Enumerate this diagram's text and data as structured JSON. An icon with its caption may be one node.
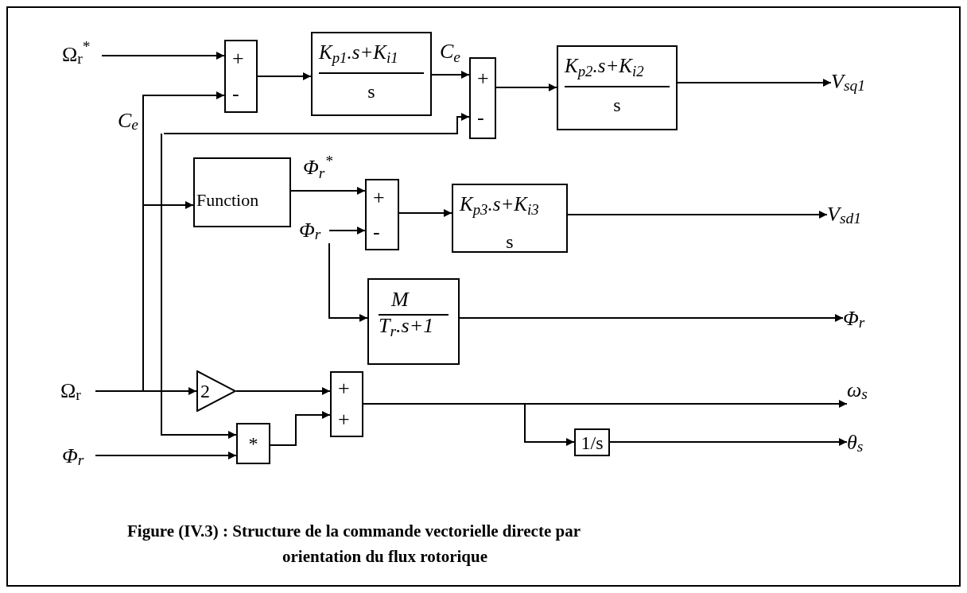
{
  "diagram": {
    "caption": "Figure (IV.3) : Structure de la commande vectorielle directe par orientation du flux rotorique",
    "nodes": [
      {
        "text": [
          "Ω$_{r}$$^{*}$"
        ]
      },
      {
        "text": [
          "+",
          "-"
        ]
      },
      {
        "text": [
          "K$_{p1}$.s+K$_{i1}$",
          "s"
        ]
      },
      {
        "text": [
          "+",
          "-"
        ]
      },
      {
        "text": [
          "K$_{p2}$.s+K$_{i2}$",
          "s"
        ]
      },
      {
        "text": [
          "V$_{sq1}$"
        ]
      },
      {
        "text": [
          "C$_{e}$"
        ]
      },
      {
        "text": [
          "Function"
        ]
      },
      {
        "text": [
          "+",
          "-"
        ]
      },
      {
        "text": [
          "K$_{p3}$.s+K$_{i3}$",
          "s"
        ]
      },
      {
        "text": [
          "V$_{sd1}$"
        ]
      },
      {
        "text": [
          "Φ$_{r}$"
        ]
      },
      {
        "text": [
          "M",
          "T$_{r}$.s+1"
        ]
      },
      {
        "text": [
          "Φ$_{r}$"
        ]
      },
      {
        "text": [
          "Ω$_{r}$"
        ]
      },
      {
        "text": [
          "2"
        ]
      },
      {
        "text": [
          "+",
          "+"
        ]
      },
      {
        "text": [
          "ω$_{s}$"
        ]
      },
      {
        "text": [
          "*"
        ]
      },
      {
        "text": [
          "Φ$_{r}$"
        ]
      },
      {
        "text": [
          "1/s"
        ]
      },
      {
        "text": [
          "θ$_{s}$"
        ]
      }
    ],
    "edges": [
      {
        "from": 0,
        "to": 1,
        "arrow": "to"
      },
      {
        "from": 14,
        "to": 1,
        "arrow": "to"
      },
      {
        "from": 1,
        "to": 2,
        "arrow": "to"
      },
      {
        "from": 2,
        "to": 3,
        "arrow": "to",
        "label": "C$_{e}$"
      },
      {
        "from": 6,
        "to": 3,
        "arrow": "to"
      },
      {
        "from": 3,
        "to": 4,
        "arrow": "to"
      },
      {
        "from": 4,
        "to": 5,
        "arrow": "to"
      },
      {
        "from": 14,
        "to": 7,
        "arrow": "to"
      },
      {
        "from": 7,
        "to": 8,
        "arrow": "to",
        "label": "Φ$_{r}$$^{*}$"
      },
      {
        "from": 11,
        "to": 8,
        "arrow": "to"
      },
      {
        "from": 8,
        "to": 9,
        "arrow": "to"
      },
      {
        "from": 9,
        "to": 10,
        "arrow": "to"
      },
      {
        "from": 11,
        "to": 12,
        "arrow": "to"
      },
      {
        "from": 12,
        "to": 13,
        "arrow": "to"
      },
      {
        "from": 14,
        "to": 15,
        "arrow": "to"
      },
      {
        "from": 15,
        "to": 16,
        "arrow": "to"
      },
      {
        "from": 6,
        "to": 18,
        "arrow": "to"
      },
      {
        "from": 19,
        "to": 18,
        "arrow": "to"
      },
      {
        "from": 18,
        "to": 16,
        "arrow": "to"
      },
      {
        "from": 16,
        "to": 17,
        "arrow": "to"
      },
      {
        "from": 16,
        "to": 20,
        "arrow": "to"
      },
      {
        "from": 20,
        "to": 21,
        "arrow": "to"
      }
    ]
  }
}
